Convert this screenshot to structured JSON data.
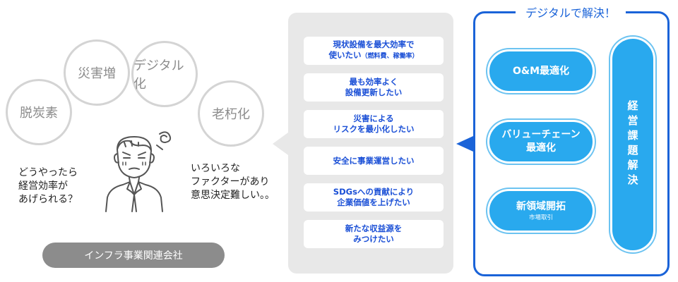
{
  "concerns": [
    "脱炭素",
    "災害増",
    "デジタル化",
    "老朽化"
  ],
  "thoughts": {
    "left": [
      "どうやったら",
      "経営効率が",
      "あげられる？"
    ],
    "right": [
      "いろいろな",
      "ファクターがあり",
      "意思決定難しい。。"
    ]
  },
  "company_label": "インフラ事業関連会社",
  "needs": [
    {
      "lines": [
        "現状設備を最大効率で",
        "使いたい"
      ],
      "note": "（燃料費、稼働率）"
    },
    {
      "lines": [
        "最も効率よく",
        "設備更新したい"
      ]
    },
    {
      "lines": [
        "災害による",
        "リスクを最小化したい"
      ]
    },
    {
      "lines": [
        "安全に事業運営したい"
      ]
    },
    {
      "lines": [
        "SDGsへの貢献により",
        "企業価値を上げたい"
      ]
    },
    {
      "lines": [
        "新たな収益源を",
        "みつけたい"
      ]
    }
  ],
  "solution": {
    "title": "デジタルで解決！",
    "items": [
      {
        "lines": [
          "O&M最適化"
        ]
      },
      {
        "lines": [
          "バリューチェーン",
          "最適化"
        ]
      },
      {
        "lines": [
          "新領域開拓"
        ],
        "sub": "市場取引"
      }
    ],
    "vertical_label": "経営課題解決"
  },
  "colors": {
    "accent_blue": "#1a63d8",
    "pill_blue": "#29a9ee",
    "need_text": "#1a4fd6",
    "panel_gray": "#e8e8e8",
    "label_gray": "#8c8c8c"
  }
}
